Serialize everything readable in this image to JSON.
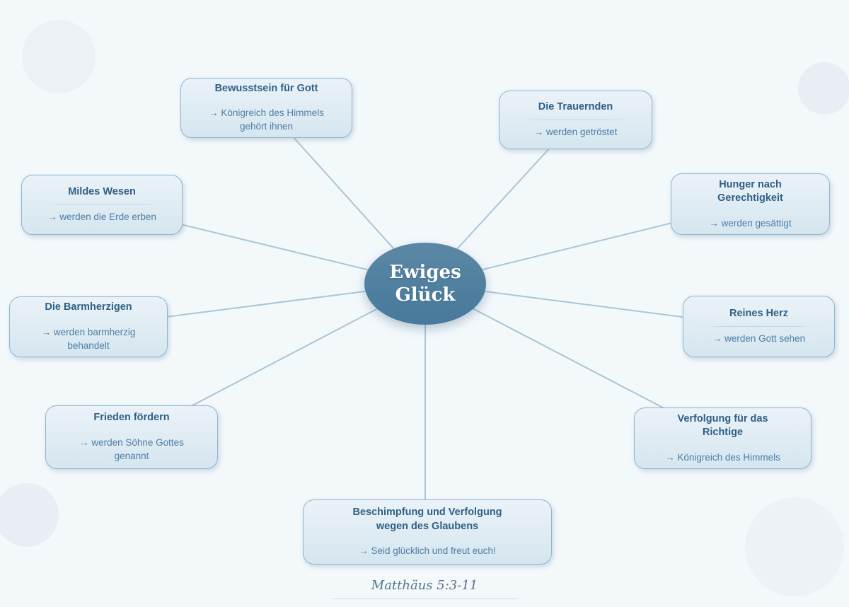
{
  "diagram": {
    "center": {
      "label": "Ewiges Glück"
    },
    "nodes": [
      {
        "title": "Bewusstsein für Gott",
        "subtitle": "→ Königreich des Himmels gehört ihnen"
      },
      {
        "title": "Die Trauernden",
        "subtitle": "→ werden getröstet"
      },
      {
        "title": "Mildes Wesen",
        "subtitle": "→ werden die Erde erben"
      },
      {
        "title": "Hunger nach Gerechtigkeit",
        "subtitle": "→ werden gesättigt"
      },
      {
        "title": "Die Barmherzigen",
        "subtitle": "→ werden barmherzig behandelt"
      },
      {
        "title": "Reines Herz",
        "subtitle": "→ werden Gott sehen"
      },
      {
        "title": "Frieden fördern",
        "subtitle": "→ werden Söhne Gottes genannt"
      },
      {
        "title": "Verfolgung für das Richtige",
        "subtitle": "→ Königreich des Himmels"
      },
      {
        "title": "Beschimpfung und Verfolgung wegen des Glaubens",
        "subtitle": "→ Seid glücklich und freut euch!"
      }
    ],
    "footer": "Matthäus 5:3-11"
  },
  "theme": {
    "bg": "#f3f8fb",
    "node_bg_top": "#eaf2f8",
    "node_bg_bottom": "#d5e6ef",
    "node_border": "#8fb6cb",
    "title_color": "#2f5f86",
    "subtitle_color": "#4d7da5",
    "divider_color": "#bed2e0",
    "center_top": "#5b88a4",
    "center_bottom": "#47799c",
    "center_text": "#ffffff",
    "line_color": "#a8c6d8",
    "footer_color": "#56758e",
    "footer_line": "#c9d9e4",
    "circle_color": "#e9eef5"
  }
}
